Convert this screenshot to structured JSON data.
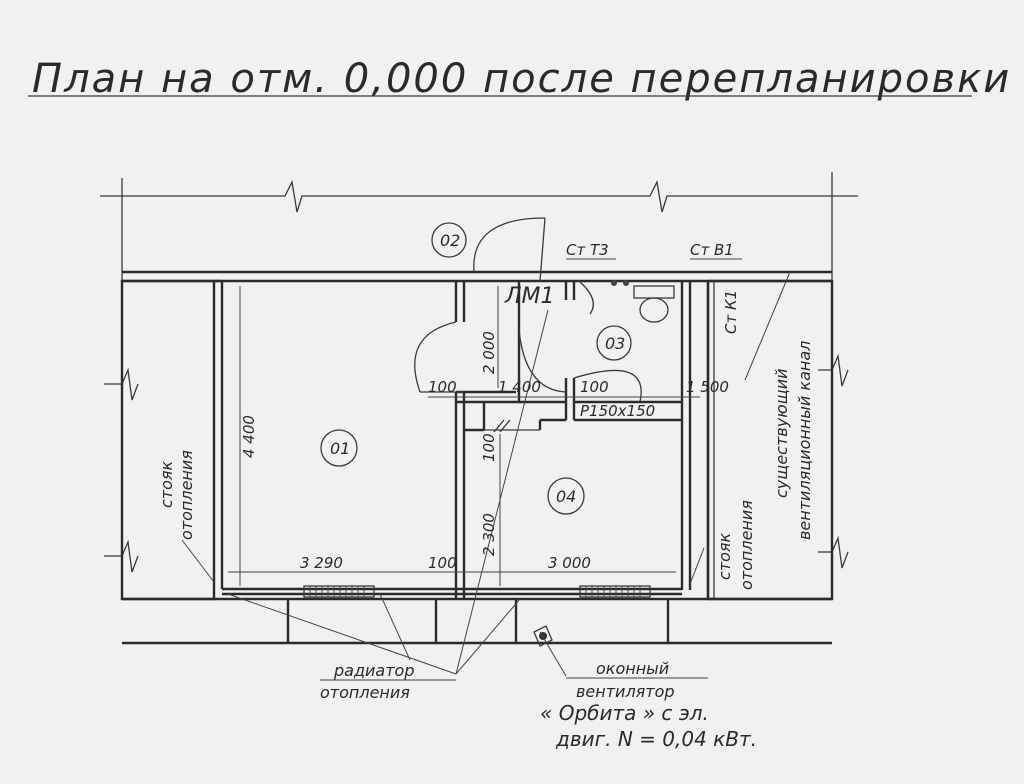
{
  "title": "План на отм. 0,000 после перепланировки",
  "rooms": {
    "r01": "01",
    "r02": "02",
    "r03": "03",
    "r04": "04"
  },
  "door_mark": "ЛМ1",
  "dimensions": {
    "d_4400": "4 400",
    "d_2000": "2 000",
    "d_2300": "2 300",
    "d_1400": "1 400",
    "d_1500": "1 500",
    "d_100_a": "100",
    "d_100_b": "100",
    "d_100_c": "100",
    "d_100_d": "100",
    "d_3290": "3 290",
    "d_3000": "3 000",
    "d_vent": "Р150х150"
  },
  "risers": {
    "st_t3": "Ст Т3",
    "st_v1": "Ст В1",
    "st_k1": "Ст К1"
  },
  "labels": {
    "stoyak_left_1": "стояк",
    "stoyak_left_2": "отопления",
    "stoyak_right_1": "стояк",
    "stoyak_right_2": "отопления",
    "vent_channel_1": "существующий",
    "vent_channel_2": "вентиляционный канал"
  },
  "notes": {
    "radiator_1": "радиатор",
    "radiator_2": "отопления",
    "fan_1": "оконный",
    "fan_2": "вентилятор",
    "fan_3": "« Орбита » с эл.",
    "fan_4": "двиг. N = 0,04 кВт."
  }
}
